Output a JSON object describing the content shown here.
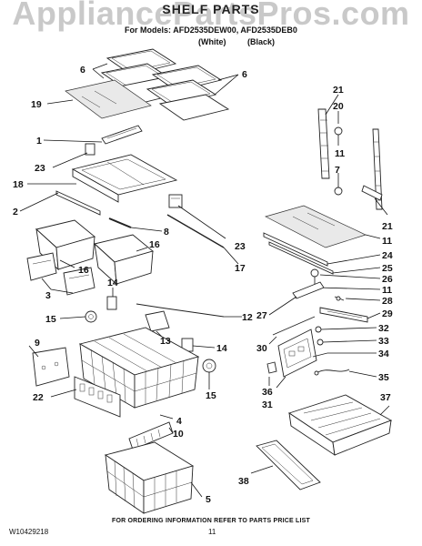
{
  "watermark": "AppliancePartsPros.com",
  "title": "SHELF PARTS",
  "models_line": "For Models: AFD2535DEW00, AFD2535DEB0",
  "color_white": "(White)",
  "color_black": "(Black)",
  "footer": "FOR ORDERING INFORMATION REFER TO PARTS PRICE LIST",
  "doc_number": "W10429218",
  "page_number": "11",
  "callouts": {
    "c1": "1",
    "c2": "2",
    "c3": "3",
    "c4": "4",
    "c5": "5",
    "c6a": "6",
    "c6b": "6",
    "c7": "7",
    "c8": "8",
    "c9": "9",
    "c10": "10",
    "c11a": "11",
    "c11b": "11",
    "c11c": "11",
    "c12": "12",
    "c13": "13",
    "c14a": "14",
    "c14b": "14",
    "c15a": "15",
    "c15b": "15",
    "c16a": "16",
    "c16b": "16",
    "c17": "17",
    "c18": "18",
    "c19": "19",
    "c20": "20",
    "c21a": "21",
    "c21b": "21",
    "c22": "22",
    "c23a": "23",
    "c23b": "23",
    "c24": "24",
    "c25": "25",
    "c26": "26",
    "c27": "27",
    "c28": "28",
    "c29": "29",
    "c30": "30",
    "c31": "31",
    "c32": "32",
    "c33": "33",
    "c34": "34",
    "c35": "35",
    "c36": "36",
    "c37": "37",
    "c38": "38"
  }
}
